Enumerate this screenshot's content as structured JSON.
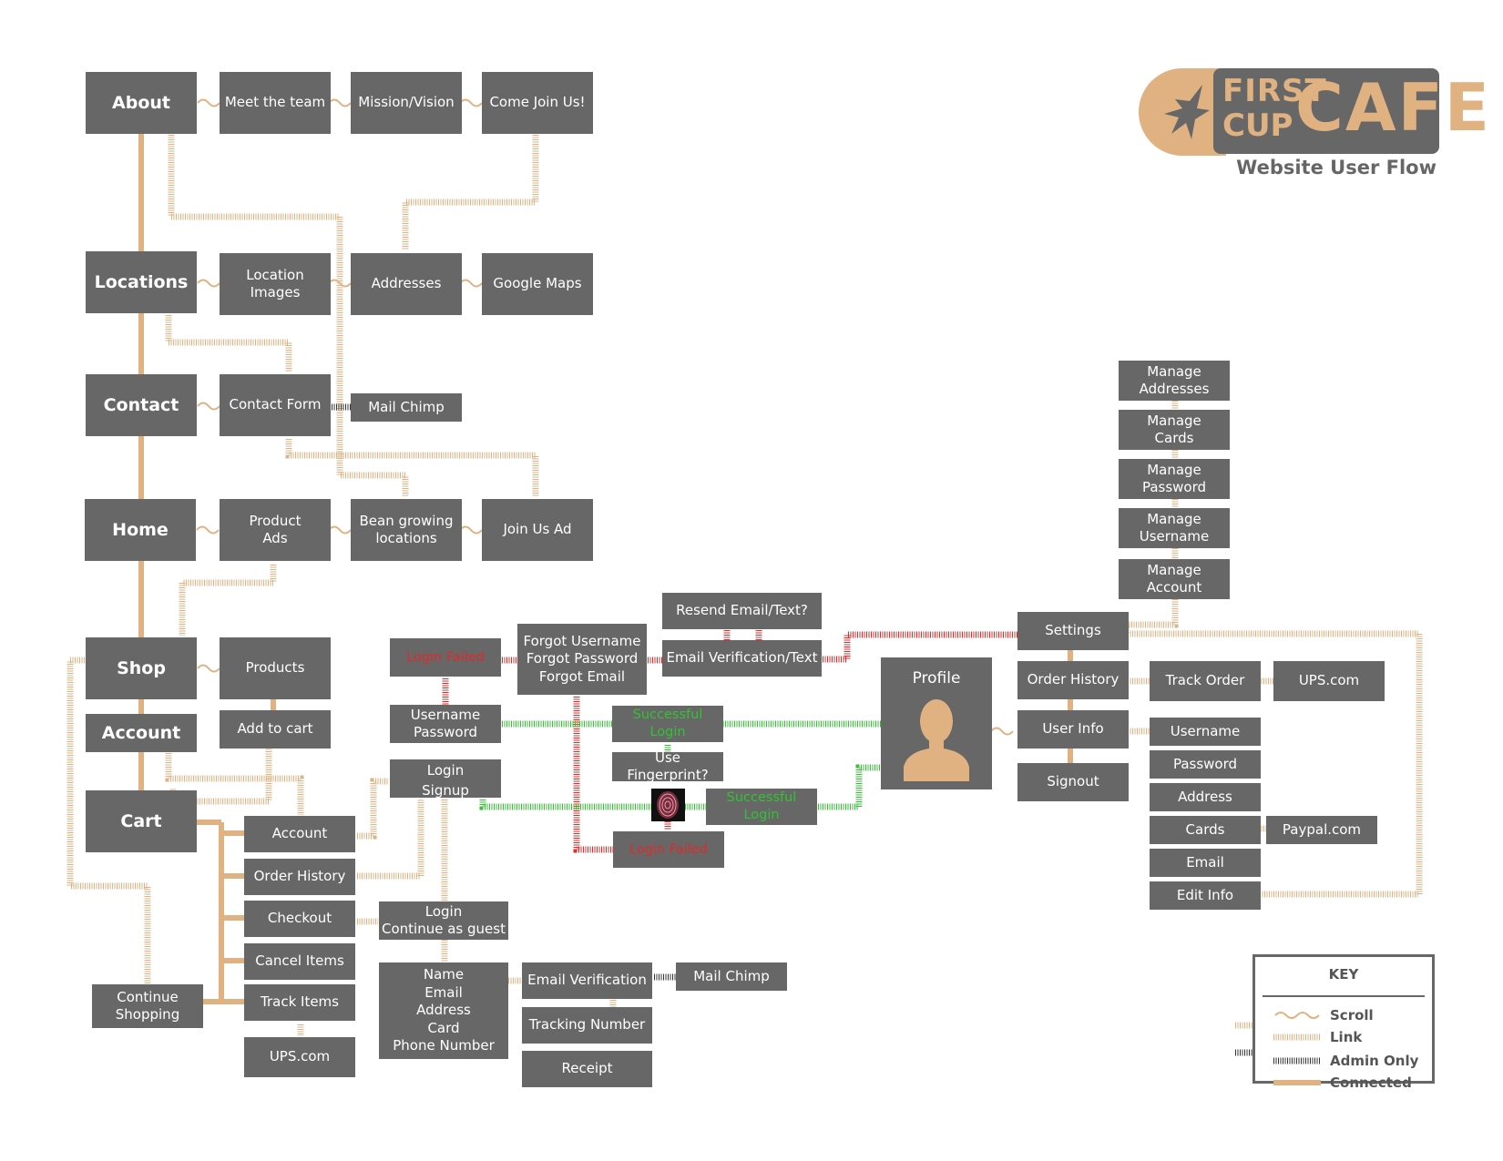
{
  "logo": {
    "first": "FIRST",
    "cup": "CUP",
    "cafe": "CAFE",
    "emblem": "bird-icon"
  },
  "subtitle": "Website User Flow",
  "nodes": {
    "about": "About",
    "meet_team": "Meet the team",
    "mission": "Mission/Vision",
    "come_join": "Come Join Us!",
    "locations": "Locations",
    "location_images": "Location Images",
    "addresses": "Addresses",
    "google_maps": "Google Maps",
    "contact": "Contact",
    "contact_form": "Contact Form",
    "mail_chimp_1": "Mail Chimp",
    "home": "Home",
    "product_ads": "Product\nAds",
    "bean_growing": "Bean growing\nlocations",
    "join_us_ad": "Join Us Ad",
    "shop": "Shop",
    "products": "Products",
    "account_main": "Account",
    "add_to_cart": "Add to cart",
    "cart": "Cart",
    "cart_account": "Account",
    "order_history_cart": "Order History",
    "checkout": "Checkout",
    "cancel_items": "Cancel Items",
    "track_items": "Track Items",
    "ups_cart": "UPS.com",
    "continue_shopping": "Continue\nShopping",
    "login_failed_top": "Login Failed",
    "username_password": "Username\nPassword",
    "login": "Login",
    "signup": "Signup",
    "forgot": "Forgot Username\nForgot Password\nForgot Email",
    "resend": "Resend Email/Text?",
    "email_verif_text": "Email Verification/Text",
    "successful_login_1": "Successful Login",
    "use_fingerprint": "Use Fingerprint?",
    "successful_login_2": "Successful Login",
    "login_failed_bottom": "Login Failed",
    "login_guest": "Login\nContinue as guest",
    "guest_info": "Name\nEmail\nAddress\nCard\nPhone Number",
    "email_verification": "Email Verification",
    "mail_chimp_2": "Mail Chimp",
    "tracking_number": "Tracking Number",
    "receipt": "Receipt",
    "profile": "Profile",
    "settings": "Settings",
    "order_history_profile": "Order History",
    "user_info": "User Info",
    "signout": "Signout",
    "manage_addresses": "Manage\nAddresses",
    "manage_cards": "Manage\nCards",
    "manage_password": "Manage\nPassword",
    "manage_username": "Manage\nUsername",
    "manage_account": "Manage\nAccount",
    "track_order": "Track Order",
    "ups_profile": "UPS.com",
    "ui_username": "Username",
    "ui_password": "Password",
    "ui_address": "Address",
    "ui_cards": "Cards",
    "paypal": "Paypal.com",
    "ui_email": "Email",
    "edit_info": "Edit Info"
  },
  "key": {
    "title": "KEY",
    "scroll": "Scroll",
    "link": "Link",
    "admin_only": "Admin Only",
    "connected": "Connected"
  },
  "colors": {
    "node": "#676767",
    "connected": "#e0b281",
    "link": "#e0b281",
    "admin": "#333333",
    "failure": "#e02a2a",
    "success": "#33c233"
  }
}
